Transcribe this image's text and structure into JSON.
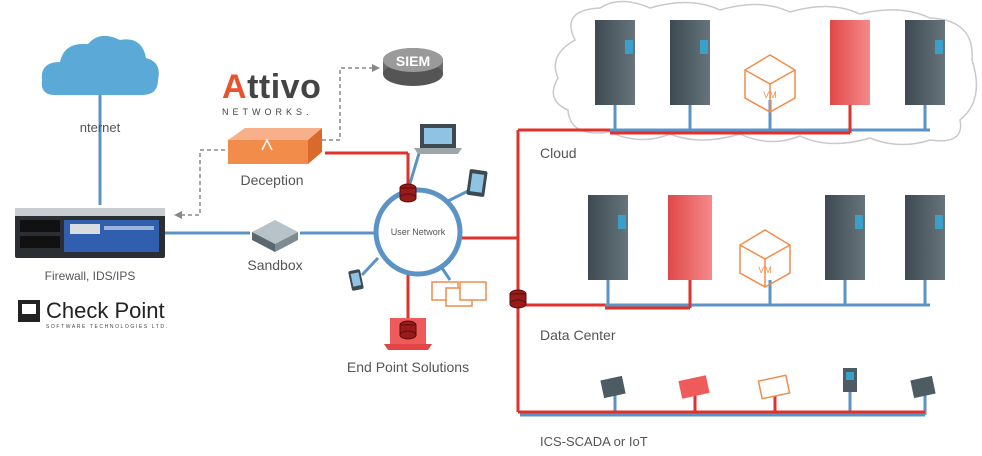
{
  "labels": {
    "internet": "nternet",
    "firewall": "Firewall, IDS/IPS",
    "sandbox": "Sandbox",
    "deception": "Deception",
    "siem": "SIEM",
    "user_network": "User Network",
    "endpoint": "End Point Solutions",
    "cloud": "Cloud",
    "datacenter": "Data Center",
    "ics": "ICS-SCADA or IoT",
    "vm": "VM"
  },
  "brands": {
    "attivo_first": "A",
    "attivo_rest": "ttivo",
    "attivo_sub": "NETWORKS.",
    "checkpoint": "Check Point",
    "checkpoint_tag": "SOFTWARE TECHNOLOGIES LTD."
  },
  "colors": {
    "red_line": "#e0312b",
    "blue_line": "#5b93c7",
    "server_grey": "#4d5b63",
    "server_red": "#ef5a5a",
    "orange": "#f28c4a",
    "cloud_blue": "#5aa9d6"
  }
}
